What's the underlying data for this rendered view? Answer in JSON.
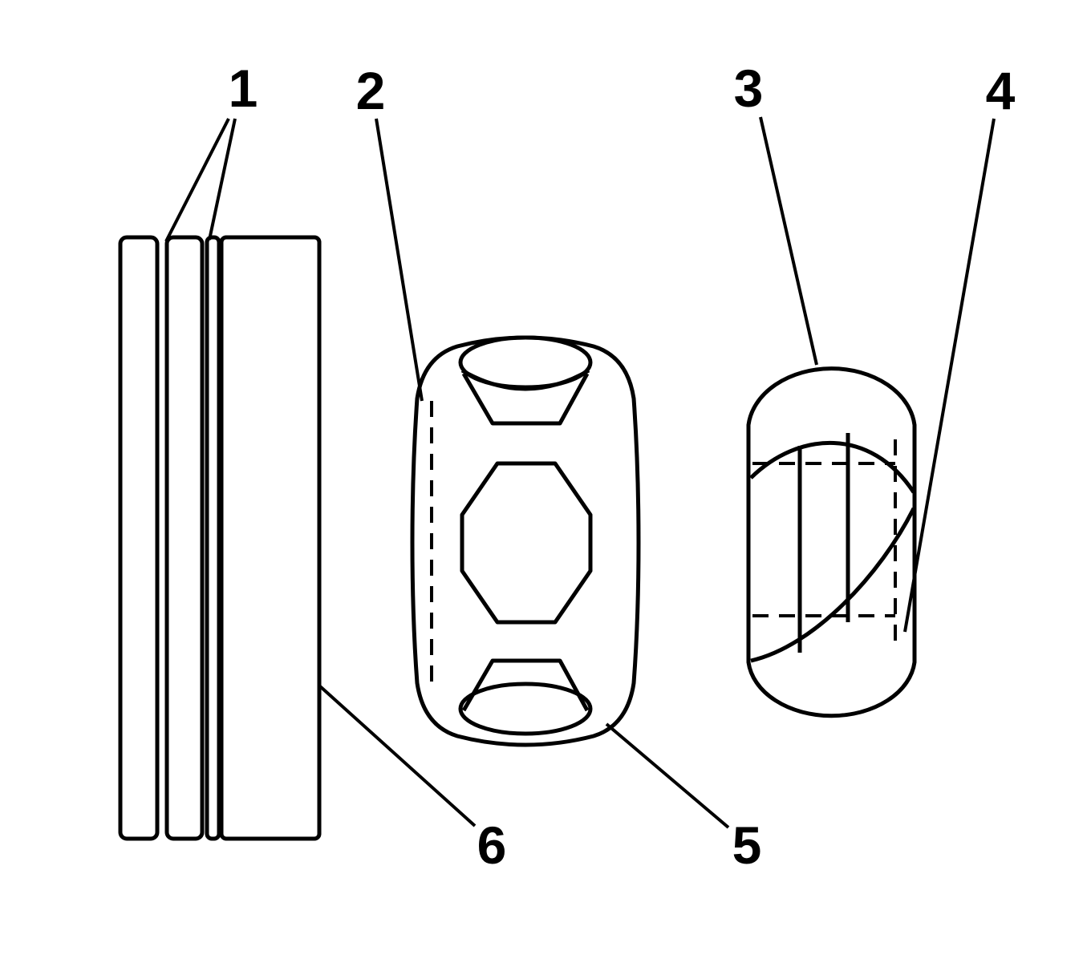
{
  "figure": {
    "background_color": "#ffffff",
    "line_color": "#000000"
  },
  "callouts": {
    "c1": "1",
    "c2": "2",
    "c3": "3",
    "c4": "4",
    "c5": "5",
    "c6": "6"
  }
}
